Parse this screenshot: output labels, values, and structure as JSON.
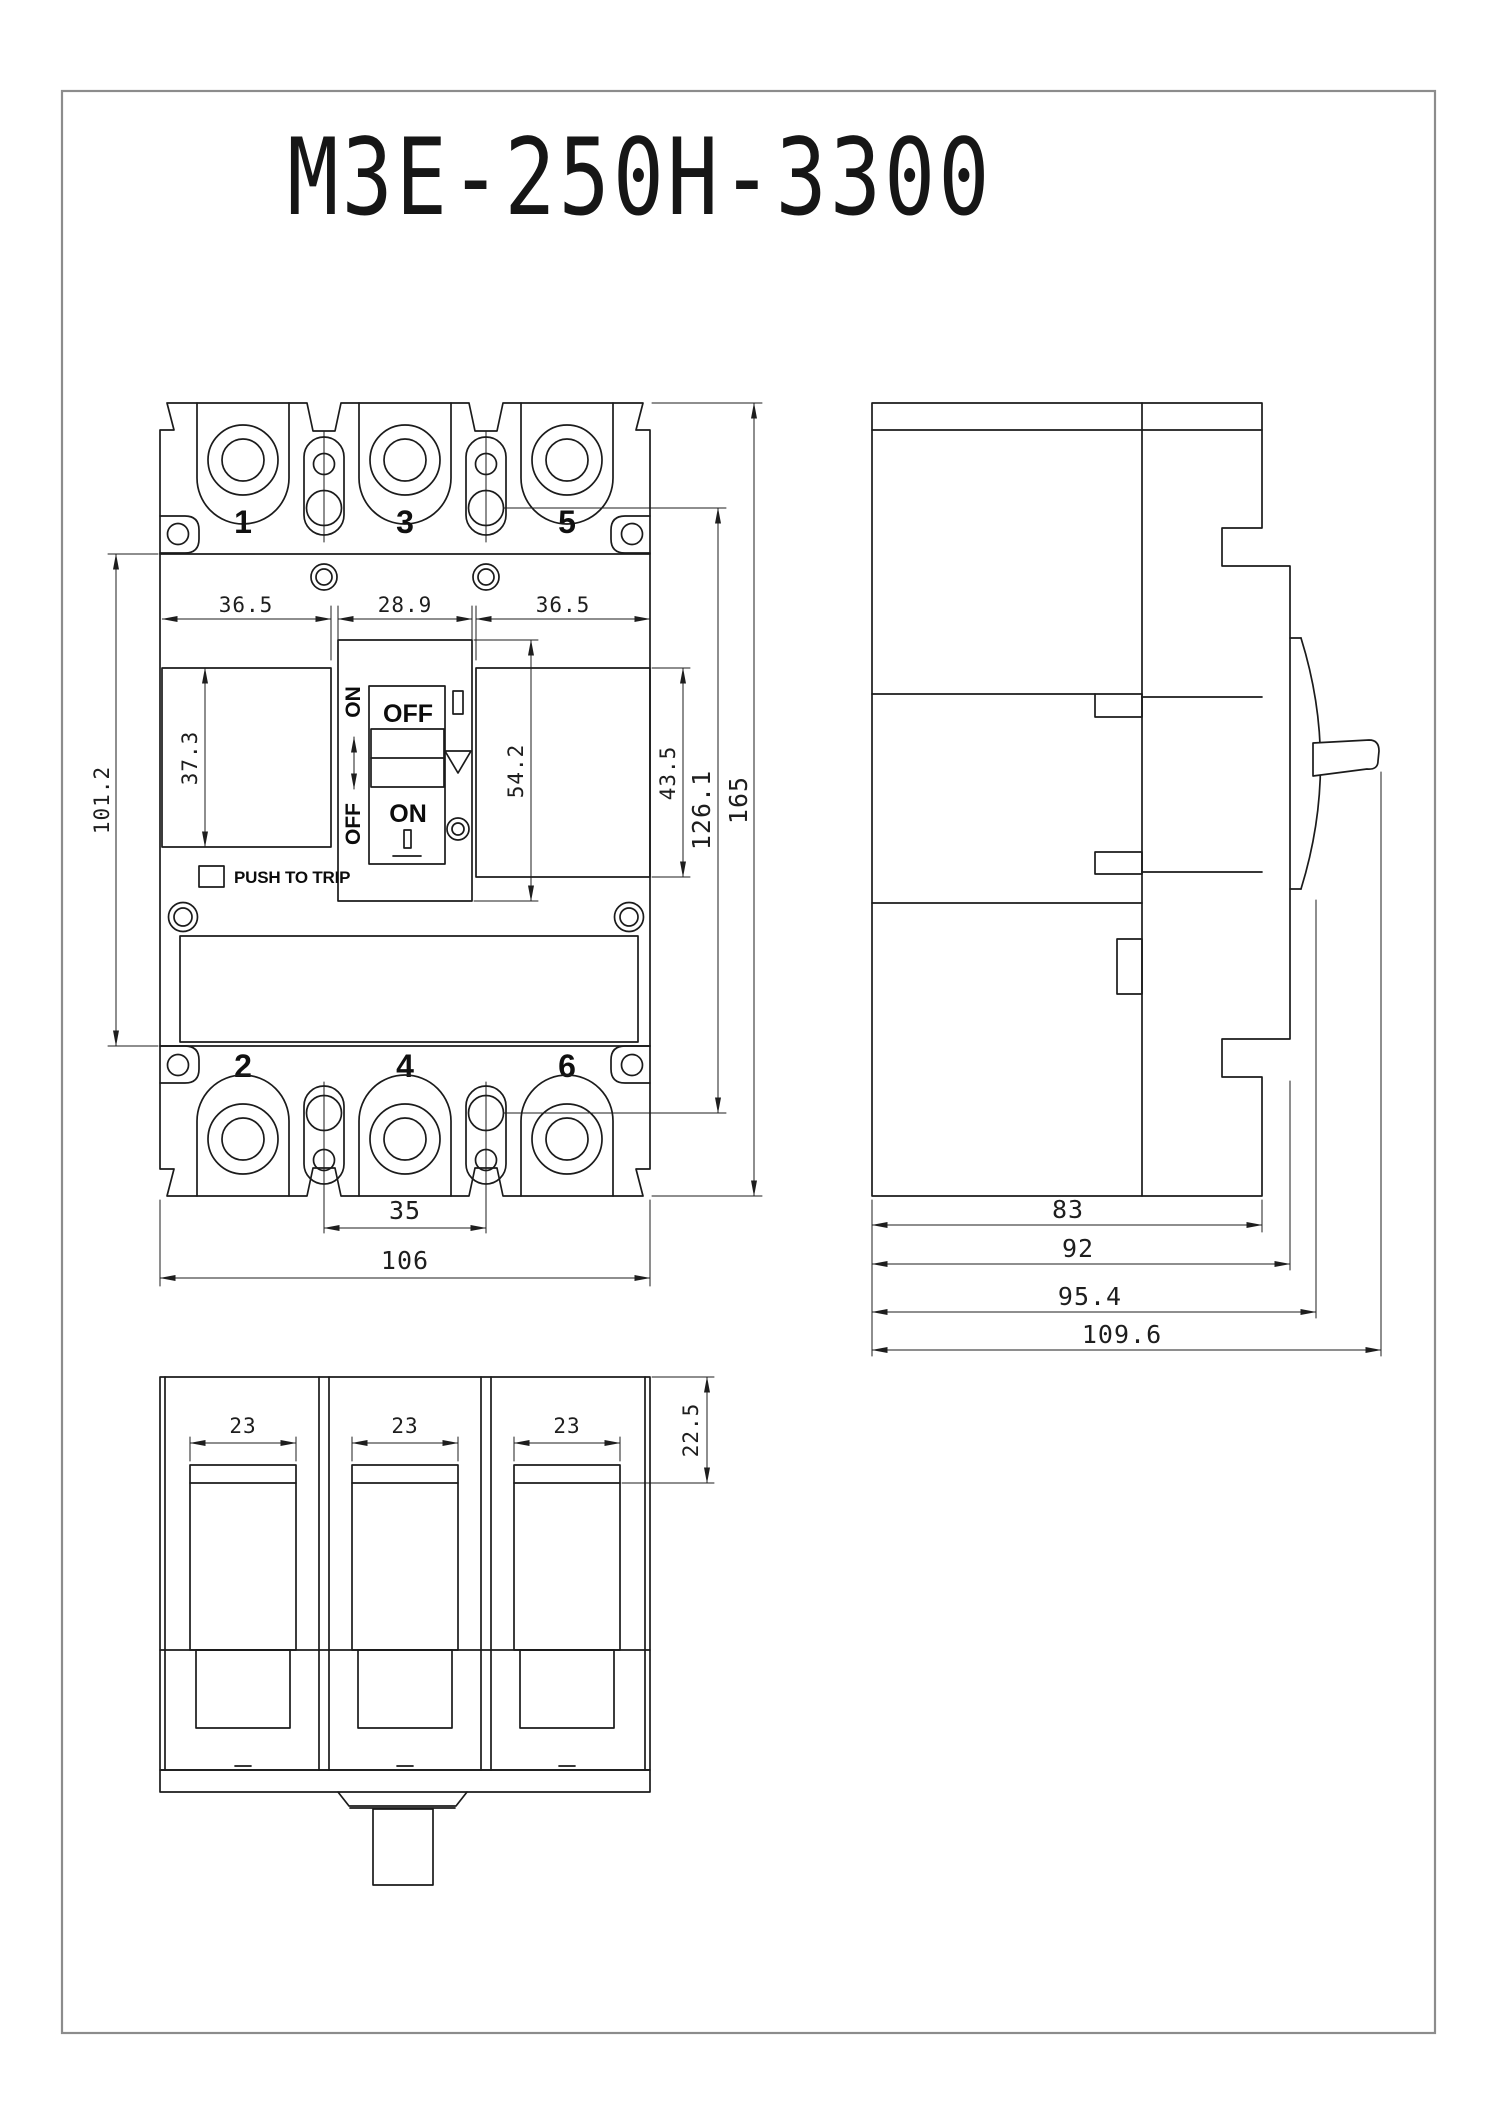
{
  "title": "M3E-250H-3300",
  "colors": {
    "line": "#1b1b1b",
    "border": "#8c8c8c",
    "background": "#ffffff"
  },
  "front_view": {
    "top_pole_labels": [
      "1",
      "3",
      "5"
    ],
    "bottom_pole_labels": [
      "2",
      "4",
      "6"
    ],
    "switch": {
      "column_on": "ON",
      "column_off": "OFF",
      "face_off": "OFF",
      "face_on": "ON"
    },
    "push_to_trip": "PUSH TO TRIP",
    "dims": {
      "left_width": "36.5",
      "center_width": "28.9",
      "right_width": "36.5",
      "left_recess_height": "37.3",
      "mid_section_height": "101.2",
      "panel_height": "54.2",
      "right_recess_height": "43.5",
      "slot_span_height": "126.1",
      "overall_height": "165",
      "slot_pitch": "35",
      "overall_width": "106"
    }
  },
  "side_view": {
    "dims": {
      "body_depth": "83",
      "step_depth": "92",
      "boss_depth": "95.4",
      "overall_depth": "109.6"
    }
  },
  "bottom_view": {
    "dims": {
      "pole_width_1": "23",
      "pole_width_2": "23",
      "pole_width_3": "23",
      "top_recess_depth": "22.5"
    }
  }
}
